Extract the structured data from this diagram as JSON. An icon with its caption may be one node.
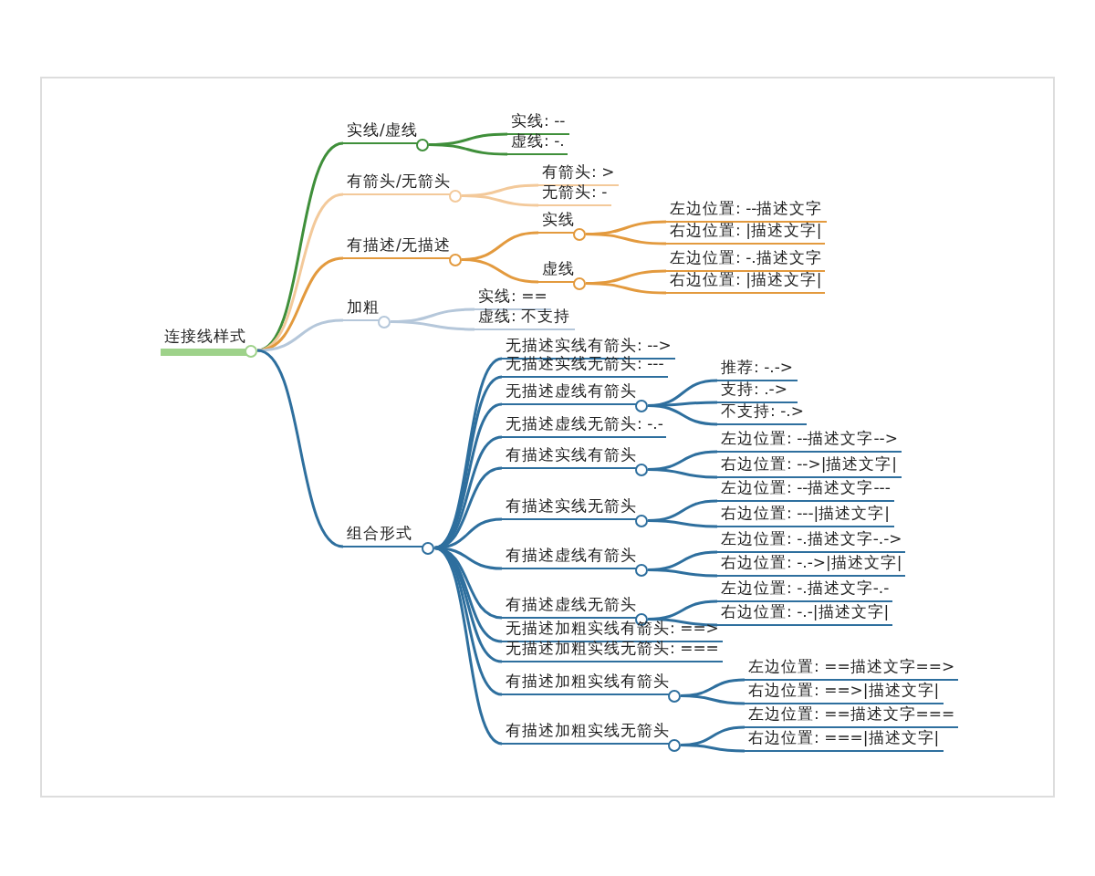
{
  "diagram": {
    "nodes": [
      {
        "text": [
          "连接线样式"
        ]
      },
      {
        "text": [
          "实线/虚线"
        ]
      },
      {
        "text": [
          "实线: --"
        ]
      },
      {
        "text": [
          "虚线: -."
        ]
      },
      {
        "text": [
          "有箭头/无箭头"
        ]
      },
      {
        "text": [
          "有箭头: >"
        ]
      },
      {
        "text": [
          "无箭头: -"
        ]
      },
      {
        "text": [
          "有描述/无描述"
        ]
      },
      {
        "text": [
          "实线"
        ]
      },
      {
        "text": [
          "左边位置: --描述文字"
        ]
      },
      {
        "text": [
          "右边位置: |描述文字|"
        ]
      },
      {
        "text": [
          "虚线"
        ]
      },
      {
        "text": [
          "左边位置: -.描述文字"
        ]
      },
      {
        "text": [
          "右边位置: |描述文字|"
        ]
      },
      {
        "text": [
          "加粗"
        ]
      },
      {
        "text": [
          "实线: =="
        ]
      },
      {
        "text": [
          "虚线: 不支持"
        ]
      },
      {
        "text": [
          "组合形式"
        ]
      },
      {
        "text": [
          "无描述实线有箭头: -->"
        ]
      },
      {
        "text": [
          "无描述实线无箭头: ---"
        ]
      },
      {
        "text": [
          "无描述虚线有箭头"
        ]
      },
      {
        "text": [
          "推荐: -.->"
        ]
      },
      {
        "text": [
          "支持: .->"
        ]
      },
      {
        "text": [
          "不支持: -.>"
        ]
      },
      {
        "text": [
          "无描述虚线无箭头: -.-"
        ]
      },
      {
        "text": [
          "有描述实线有箭头"
        ]
      },
      {
        "text": [
          "左边位置: --描述文字-->"
        ]
      },
      {
        "text": [
          "右边位置: -->|描述文字|"
        ]
      },
      {
        "text": [
          "有描述实线无箭头"
        ]
      },
      {
        "text": [
          "左边位置: --描述文字---"
        ]
      },
      {
        "text": [
          "右边位置: ---|描述文字|"
        ]
      },
      {
        "text": [
          "有描述虚线有箭头"
        ]
      },
      {
        "text": [
          "左边位置: -.描述文字-.->"
        ]
      },
      {
        "text": [
          "右边位置: -.->|描述文字|"
        ]
      },
      {
        "text": [
          "有描述虚线无箭头"
        ]
      },
      {
        "text": [
          "左边位置: -.描述文字-.-"
        ]
      },
      {
        "text": [
          "右边位置: -.-|描述文字|"
        ]
      },
      {
        "text": [
          "无描述加粗实线有箭头: ==>"
        ]
      },
      {
        "text": [
          "无描述加粗实线无箭头: ==="
        ]
      },
      {
        "text": [
          "有描述加粗实线有箭头"
        ]
      },
      {
        "text": [
          "左边位置: ==描述文字==>"
        ]
      },
      {
        "text": [
          "右边位置: ==>|描述文字|"
        ]
      },
      {
        "text": [
          "有描述加粗实线无箭头"
        ]
      },
      {
        "text": [
          "左边位置: ==描述文字==="
        ]
      },
      {
        "text": [
          "右边位置: ===|描述文字|"
        ]
      }
    ],
    "edges": [
      {
        "from": 0,
        "to": 1,
        "arrow": "none",
        "color": "#3f8f3a"
      },
      {
        "from": 1,
        "to": 2,
        "arrow": "none",
        "color": "#3f8f3a"
      },
      {
        "from": 1,
        "to": 3,
        "arrow": "none",
        "color": "#3f8f3a"
      },
      {
        "from": 0,
        "to": 4,
        "arrow": "none",
        "color": "#f3c99a"
      },
      {
        "from": 4,
        "to": 5,
        "arrow": "none",
        "color": "#f3c99a"
      },
      {
        "from": 4,
        "to": 6,
        "arrow": "none",
        "color": "#f3c99a"
      },
      {
        "from": 0,
        "to": 7,
        "arrow": "none",
        "color": "#e39a3e"
      },
      {
        "from": 7,
        "to": 8,
        "arrow": "none",
        "color": "#e39a3e"
      },
      {
        "from": 8,
        "to": 9,
        "arrow": "none",
        "color": "#e39a3e"
      },
      {
        "from": 8,
        "to": 10,
        "arrow": "none",
        "color": "#e39a3e"
      },
      {
        "from": 7,
        "to": 11,
        "arrow": "none",
        "color": "#e39a3e"
      },
      {
        "from": 11,
        "to": 12,
        "arrow": "none",
        "color": "#e39a3e"
      },
      {
        "from": 11,
        "to": 13,
        "arrow": "none",
        "color": "#e39a3e"
      },
      {
        "from": 0,
        "to": 14,
        "arrow": "none",
        "color": "#b5c7da"
      },
      {
        "from": 14,
        "to": 15,
        "arrow": "none",
        "color": "#b5c7da"
      },
      {
        "from": 14,
        "to": 16,
        "arrow": "none",
        "color": "#b5c7da"
      },
      {
        "from": 0,
        "to": 17,
        "arrow": "none"
      },
      {
        "from": 17,
        "to": 18,
        "arrow": "none"
      },
      {
        "from": 17,
        "to": 19,
        "arrow": "none"
      },
      {
        "from": 17,
        "to": 20,
        "arrow": "none"
      },
      {
        "from": 20,
        "to": 21,
        "arrow": "none"
      },
      {
        "from": 20,
        "to": 22,
        "arrow": "none"
      },
      {
        "from": 20,
        "to": 23,
        "arrow": "none"
      },
      {
        "from": 17,
        "to": 24,
        "arrow": "none"
      },
      {
        "from": 17,
        "to": 25,
        "arrow": "none"
      },
      {
        "from": 25,
        "to": 26,
        "arrow": "none"
      },
      {
        "from": 25,
        "to": 27,
        "arrow": "none"
      },
      {
        "from": 17,
        "to": 28,
        "arrow": "none"
      },
      {
        "from": 28,
        "to": 29,
        "arrow": "none"
      },
      {
        "from": 28,
        "to": 30,
        "arrow": "none"
      },
      {
        "from": 17,
        "to": 31,
        "arrow": "none"
      },
      {
        "from": 31,
        "to": 32,
        "arrow": "none"
      },
      {
        "from": 31,
        "to": 33,
        "arrow": "none"
      },
      {
        "from": 17,
        "to": 34,
        "arrow": "none"
      },
      {
        "from": 34,
        "to": 35,
        "arrow": "none"
      },
      {
        "from": 34,
        "to": 36,
        "arrow": "none"
      },
      {
        "from": 17,
        "to": 37,
        "arrow": "none"
      },
      {
        "from": 17,
        "to": 38,
        "arrow": "none"
      },
      {
        "from": 17,
        "to": 39,
        "arrow": "none"
      },
      {
        "from": 39,
        "to": 40,
        "arrow": "none"
      },
      {
        "from": 39,
        "to": 41,
        "arrow": "none"
      },
      {
        "from": 17,
        "to": 42,
        "arrow": "none"
      },
      {
        "from": 42,
        "to": 43,
        "arrow": "none"
      },
      {
        "from": 42,
        "to": 44,
        "arrow": "none"
      }
    ]
  }
}
